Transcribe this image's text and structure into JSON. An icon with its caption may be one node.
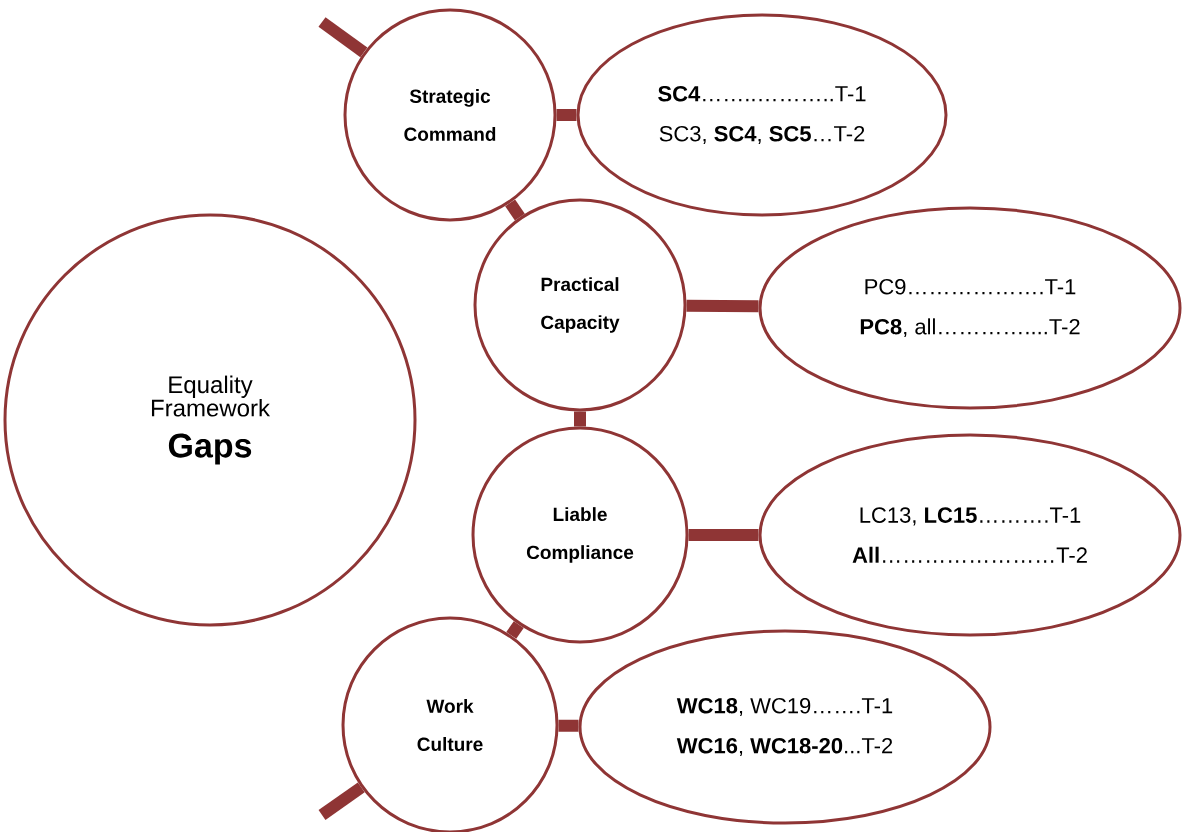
{
  "diagram": {
    "nodes": [
      {
        "text": [
          "Equality Framework",
          "Gaps"
        ]
      },
      {
        "text": [
          "Strategic Command"
        ]
      },
      {
        "text": [
          "**SC4**……..………..T-1",
          "SC3, **SC4**, **SC5**…T-2"
        ]
      },
      {
        "text": [
          "Practical Capacity"
        ]
      },
      {
        "text": [
          "PC9……………….T-1",
          "**PC8**, all…………....T-2"
        ]
      },
      {
        "text": [
          "Liable Compliance"
        ]
      },
      {
        "text": [
          "LC13, **LC15**……….T-1",
          "**All**……………………T-2"
        ]
      },
      {
        "text": [
          "Work Culture"
        ]
      },
      {
        "text": [
          "**WC18**, WC19…….T-1",
          "**WC16**, **WC18-20**...T-2"
        ]
      }
    ],
    "edges": [
      {
        "from": null,
        "to": 1,
        "arrow": "none"
      },
      {
        "from": 1,
        "to": 2,
        "arrow": "none"
      },
      {
        "from": 1,
        "to": 3,
        "arrow": "none"
      },
      {
        "from": 3,
        "to": 4,
        "arrow": "none"
      },
      {
        "from": 3,
        "to": 5,
        "arrow": "none"
      },
      {
        "from": 5,
        "to": 6,
        "arrow": "none"
      },
      {
        "from": 5,
        "to": 7,
        "arrow": "none"
      },
      {
        "from": 7,
        "to": 8,
        "arrow": "none"
      },
      {
        "from": 7,
        "to": null,
        "arrow": "none"
      }
    ]
  }
}
